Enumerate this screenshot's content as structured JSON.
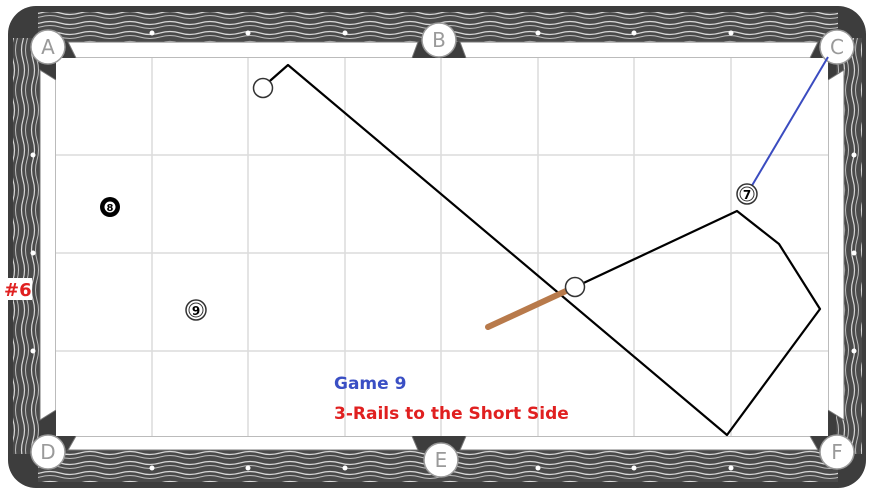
{
  "drill_number": "#6",
  "caption": {
    "title": "Game 9",
    "subtitle": "3-Rails to the Short Side",
    "title_color": "#3a4fc4",
    "subtitle_color": "#e02020"
  },
  "pockets": [
    "A",
    "B",
    "C",
    "D",
    "E",
    "F"
  ],
  "balls": [
    {
      "label": "8",
      "style": "solid-black"
    },
    {
      "label": "9",
      "style": "outlined"
    },
    {
      "label": "7",
      "style": "outlined"
    }
  ],
  "colors": {
    "cue_path": "#000000",
    "object_path": "#3b4cc0",
    "cue_stick": "#b87a4b",
    "drill_number": "#e02020",
    "grid": "#dcdcdc",
    "felt": "#ffffff"
  }
}
